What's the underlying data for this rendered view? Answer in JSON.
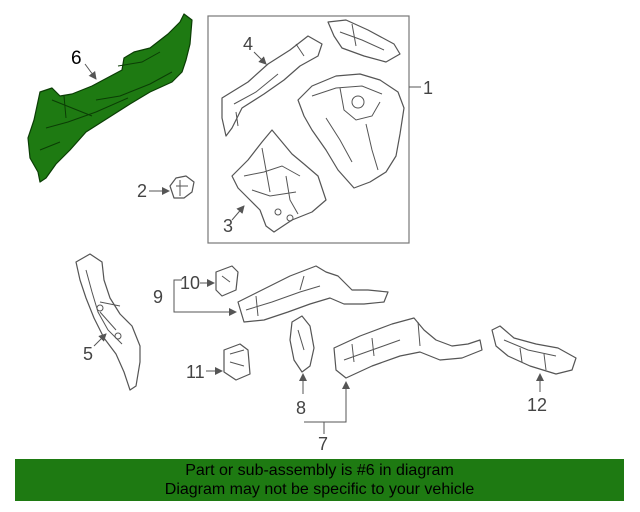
{
  "callouts": {
    "c1": "1",
    "c2": "2",
    "c3": "3",
    "c4": "4",
    "c5": "5",
    "c6": "6",
    "c7": "7",
    "c8": "8",
    "c9": "9",
    "c10": "10",
    "c11": "11",
    "c12": "12"
  },
  "colors": {
    "highlight": "#1e7a12",
    "line": "#555555",
    "banner": "#1e7a12"
  },
  "banner": {
    "line1": "Part or sub-assembly is #6 in diagram",
    "line2": "Diagram may not be specific to your vehicle"
  }
}
